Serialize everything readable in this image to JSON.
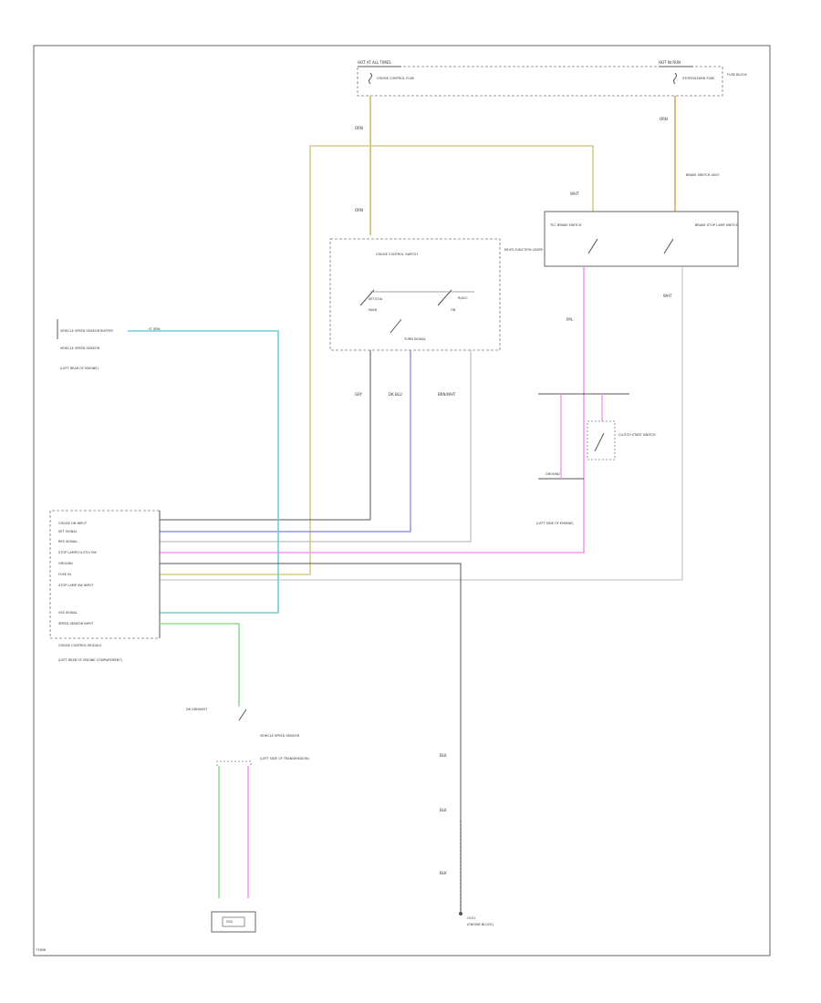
{
  "colors": {
    "frame": "#666666",
    "text": "#333333",
    "wire_tan": "#d9c98a",
    "wire_orange": "#e8b87a",
    "wire_cyan": "#6fd0d6",
    "wire_blue": "#8f93e0",
    "wire_pink": "#f29af0",
    "wire_green": "#8fde8a",
    "wire_gray": "#bdbdbd",
    "wire_black": "#555555"
  },
  "labels": {
    "fuse_box_left": "HOT AT ALL TIMES",
    "fuse_box_right": "HOT IN RUN",
    "fuse_block": "FUSE BLOCK",
    "fuse_1": "CRUISE CONTROL FUSE",
    "fuse_2": "STOP/HAZARD FUSE",
    "wire_a": "ORN",
    "wire_b": "ORN",
    "wire_c": "ORN",
    "wire_d": "WHT",
    "switch_assy": "CRUISE CONTROL SWITCH",
    "multi_func": "MULTI-FUNCTION LEVER",
    "sw_setcoast": "SET/COA",
    "sw_resacc": "R/ACC",
    "sw_main": "MAIN",
    "sw_on": "ON",
    "turn_signal": "TURN SIGNAL",
    "brake_sw_title": "BRAKE SWITCH ASSY",
    "brake_tcc": "TCC BRAKE SWITCH",
    "brake_stop": "BRAKE STOP LAMP SWITCH",
    "w_gry": "GRY",
    "w_dkblu": "DK BLU",
    "w_brnwht": "BRN/WHT",
    "w_ppl": "PPL",
    "w_lgrn": "LT GRN",
    "w_dkgrn": "DK GRN/WHT",
    "w_blk": "BLK",
    "w_wht": "WHT",
    "speed_sensor_title": "VEHICLE SPEED SENSOR",
    "vss_buffer": "VEHICLE SPEED SENSOR BUFFER",
    "vss_sub": "(LEFT REAR OF ENGINE)",
    "clutch_switch": "CLUTCH START SWITCH",
    "ground": "GROUND",
    "ground_loc": "(LEFT SIDE OF ENGINE)",
    "module_title": "CRUISE CONTROL MODULE",
    "module_sub": "(LEFT REAR OF ENGINE COMPARTMENT)",
    "pin_1": "CRUISE ON INPUT",
    "pin_2": "SET SIGNAL",
    "pin_3": "RES SIGNAL",
    "pin_4": "STOP LAMP/CLUTCH SW",
    "pin_5": "GROUND",
    "pin_6": "FUSE IN",
    "pin_7": "STOP LAMP SW INPUT",
    "pin_8": "",
    "pin_9": "VSS SIGNAL",
    "pin_10": "SPEED SENSOR INPUT",
    "sensor_box": "VSS",
    "sensor_label": "VEHICLE SPEED SENSOR",
    "sensor_sub": "(LEFT SIDE OF TRANSMISSION)",
    "blk_1": "BLK",
    "blk_2": "BLK",
    "blk_3": "BLK",
    "g_label": "G101",
    "g_label_sub": "(ENGINE BLOCK)",
    "footer_code": "77606"
  }
}
